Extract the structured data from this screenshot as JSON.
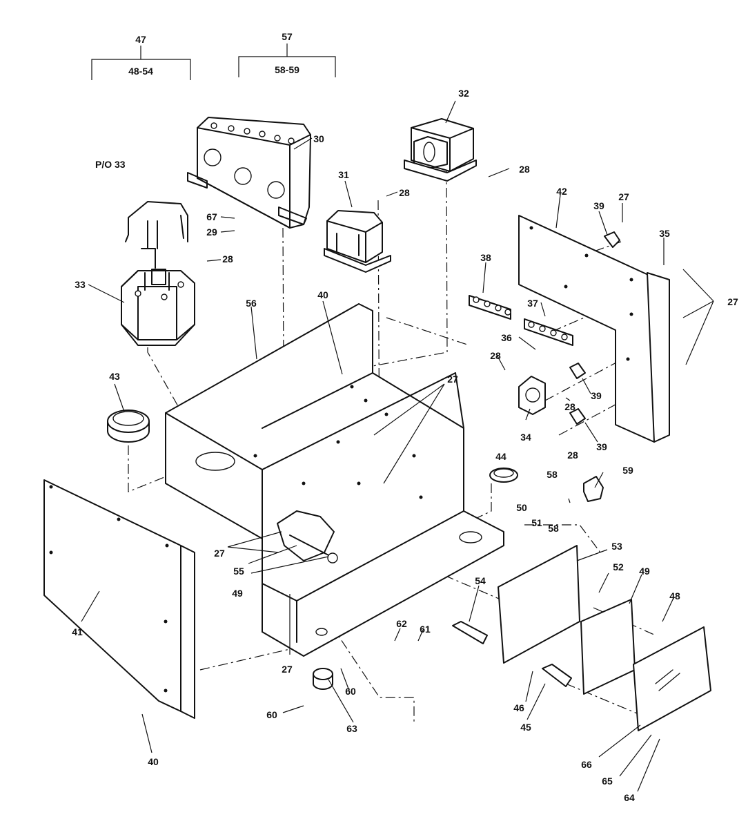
{
  "diagram": {
    "group_brackets": [
      {
        "id": "47",
        "label": "47",
        "range": "48-54"
      },
      {
        "id": "57",
        "label": "57",
        "range": "58-59"
      }
    ],
    "callouts": [
      {
        "key": "po33",
        "text": "P/O 33"
      },
      {
        "key": "c30",
        "text": "30"
      },
      {
        "key": "c32",
        "text": "32"
      },
      {
        "key": "c28a",
        "text": "28"
      },
      {
        "key": "c31",
        "text": "31"
      },
      {
        "key": "c28b",
        "text": "28"
      },
      {
        "key": "c42",
        "text": "42"
      },
      {
        "key": "c39a",
        "text": "39"
      },
      {
        "key": "c27a",
        "text": "27"
      },
      {
        "key": "c67",
        "text": "67"
      },
      {
        "key": "c29",
        "text": "29"
      },
      {
        "key": "c35",
        "text": "35"
      },
      {
        "key": "c28c",
        "text": "28"
      },
      {
        "key": "c33",
        "text": "33"
      },
      {
        "key": "c38",
        "text": "38"
      },
      {
        "key": "c27b",
        "text": "27"
      },
      {
        "key": "c40a",
        "text": "40"
      },
      {
        "key": "c37",
        "text": "37"
      },
      {
        "key": "c56",
        "text": "56"
      },
      {
        "key": "c36",
        "text": "36"
      },
      {
        "key": "c28d",
        "text": "28"
      },
      {
        "key": "c27c",
        "text": "27"
      },
      {
        "key": "c39b",
        "text": "39"
      },
      {
        "key": "c43",
        "text": "43"
      },
      {
        "key": "c28e",
        "text": "28"
      },
      {
        "key": "c34",
        "text": "34"
      },
      {
        "key": "c28f",
        "text": "28"
      },
      {
        "key": "c39c",
        "text": "39"
      },
      {
        "key": "c44",
        "text": "44"
      },
      {
        "key": "c58a",
        "text": "58"
      },
      {
        "key": "c59",
        "text": "59"
      },
      {
        "key": "c50",
        "text": "50"
      },
      {
        "key": "c51",
        "text": "51"
      },
      {
        "key": "c58b",
        "text": "58"
      },
      {
        "key": "c27d",
        "text": "27"
      },
      {
        "key": "c53",
        "text": "53"
      },
      {
        "key": "c55",
        "text": "55"
      },
      {
        "key": "c52",
        "text": "52"
      },
      {
        "key": "c49a",
        "text": "49"
      },
      {
        "key": "c49b",
        "text": "49"
      },
      {
        "key": "c48",
        "text": "48"
      },
      {
        "key": "c41",
        "text": "41"
      },
      {
        "key": "c54",
        "text": "54"
      },
      {
        "key": "c62",
        "text": "62"
      },
      {
        "key": "c61",
        "text": "61"
      },
      {
        "key": "c27e",
        "text": "27"
      },
      {
        "key": "c60a",
        "text": "60"
      },
      {
        "key": "c60b",
        "text": "60"
      },
      {
        "key": "c63",
        "text": "63"
      },
      {
        "key": "c46",
        "text": "46"
      },
      {
        "key": "c45",
        "text": "45"
      },
      {
        "key": "c40b",
        "text": "40"
      },
      {
        "key": "c66",
        "text": "66"
      },
      {
        "key": "c65",
        "text": "65"
      },
      {
        "key": "c64",
        "text": "64"
      }
    ]
  }
}
